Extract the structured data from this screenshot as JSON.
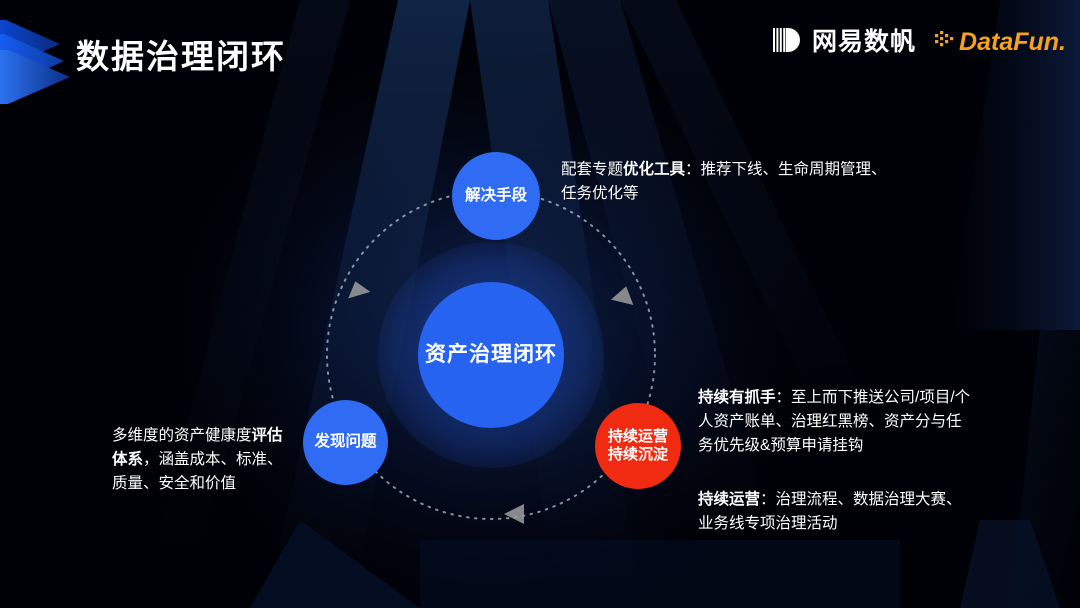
{
  "slide": {
    "title": "数据治理闭环",
    "background_color": "#000106",
    "accent_blue": "#2563F0",
    "accent_red": "#F02B12",
    "accent_orange": "#F7A21B"
  },
  "logos": {
    "netease": {
      "name": "网易数帆",
      "icon": "netease-shufan-icon",
      "color": "#FFFFFF"
    },
    "datafun": {
      "name": "DataFun.",
      "icon": "datafun-dots-icon",
      "color": "#F7A21B"
    }
  },
  "diagram": {
    "center_node": {
      "label": "资产治理闭环",
      "color": "#2563F0"
    },
    "nodes": [
      {
        "id": "top",
        "label": "解决手段",
        "color": "#2F6BF3"
      },
      {
        "id": "left",
        "label": "发现问题",
        "color": "#2F6BF3"
      },
      {
        "id": "right",
        "label_line1": "持续运营",
        "label_line2": "持续沉淀",
        "color": "#F02B12"
      }
    ],
    "cycle_direction": "counter-clockwise",
    "arrow_count": 3,
    "arrow_color": "#9A9A9A",
    "ring_style": "dotted"
  },
  "callouts": {
    "top": {
      "prefix": "配套专题",
      "bold": "优化工具",
      "suffix": "：推荐下线、生命周期管理、任务优化等"
    },
    "left": {
      "prefix": "多维度的资产健康度",
      "bold": "评估体系",
      "suffix": "，涵盖成本、标准、质量、安全和价值"
    },
    "right_1": {
      "bold": "持续有抓手",
      "suffix": "：至上而下推送公司/项目/个人资产账单、治理红黑榜、资产分与任务优先级&预算申请挂钩"
    },
    "right_2": {
      "bold": "持续运营",
      "suffix": "：治理流程、数据治理大赛、业务线专项治理活动"
    }
  }
}
